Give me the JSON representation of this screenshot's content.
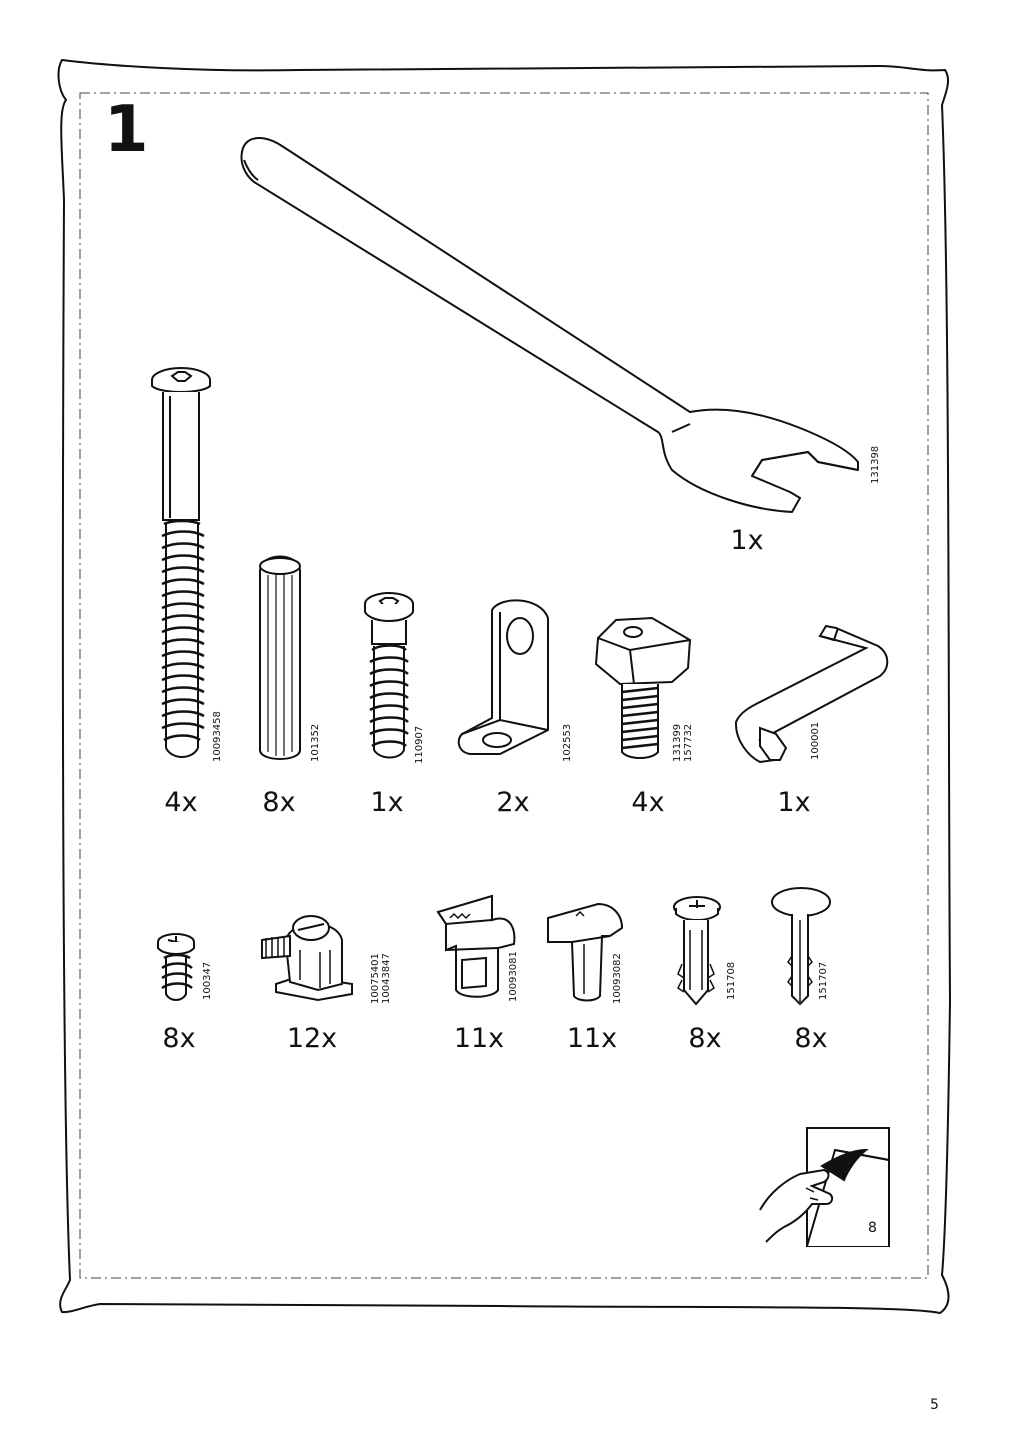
{
  "step_number": "1",
  "page_number": "5",
  "turn_page": {
    "icon": "turn-page-icon",
    "target_page": "8"
  },
  "parts": [
    {
      "name": "wrench",
      "code": "131398",
      "qty": "1x"
    },
    {
      "name": "long-screw",
      "code": "10093458",
      "qty": "4x"
    },
    {
      "name": "wooden-dowel",
      "code": "101352",
      "qty": "8x"
    },
    {
      "name": "cam-screw",
      "code": "110907",
      "qty": "1x"
    },
    {
      "name": "angle-bracket",
      "code": "102553",
      "qty": "2x"
    },
    {
      "name": "leveling-foot",
      "code": "131399\n157732",
      "qty": "4x"
    },
    {
      "name": "allen-key",
      "code": "100001",
      "qty": "1x"
    },
    {
      "name": "short-screw",
      "code": "100347",
      "qty": "8x"
    },
    {
      "name": "cam-lock",
      "code": "10075401\n10043847",
      "qty": "12x"
    },
    {
      "name": "shelf-support-clip",
      "code": "10093081",
      "qty": "11x"
    },
    {
      "name": "shelf-support-cap",
      "code": "10093082",
      "qty": "11x"
    },
    {
      "name": "wall-plug",
      "code": "151708",
      "qty": "8x"
    },
    {
      "name": "push-pin-plug",
      "code": "151707",
      "qty": "8x"
    }
  ]
}
